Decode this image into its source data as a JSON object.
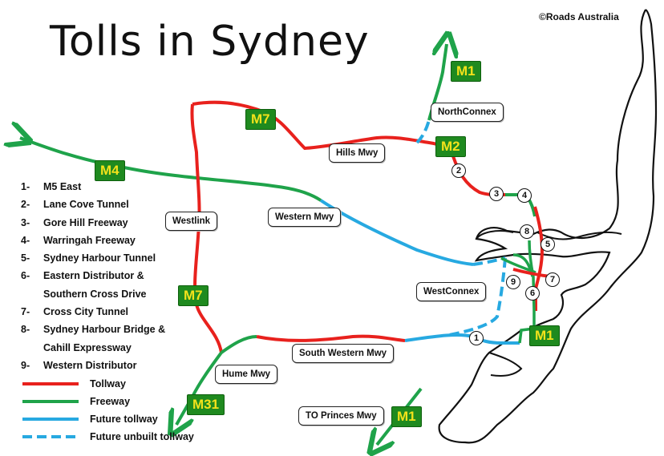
{
  "title": "Tolls in Sydney",
  "credit": "©Roads Australia",
  "colors": {
    "tollway": "#e8211d",
    "freeway": "#1fa34a",
    "future_tollway": "#27a9e1",
    "shield_bg": "#1f8a1f",
    "shield_text": "#f3e21b"
  },
  "road_labels": {
    "northconnex": "NorthConnex",
    "hills_mwy": "Hills Mwy",
    "western_mwy": "Western Mwy",
    "westlink": "Westlink",
    "westconnex": "WestConnex",
    "south_western_mwy": "South Western Mwy",
    "hume_mwy": "Hume Mwy",
    "to_princes_mwy": "TO Princes Mwy"
  },
  "shields": {
    "m1_north": "M1",
    "m7_top": "M7",
    "m2": "M2",
    "m4": "M4",
    "m7_west": "M7",
    "m1_east": "M1",
    "m31": "M31",
    "m1_south": "M1"
  },
  "nodes": [
    "1",
    "2",
    "3",
    "4",
    "5",
    "6",
    "7",
    "8",
    "9"
  ],
  "legend_items": [
    {
      "num": "1-",
      "label": "M5 East"
    },
    {
      "num": "2-",
      "label": "Lane Cove Tunnel"
    },
    {
      "num": "3-",
      "label": "Gore Hill Freeway"
    },
    {
      "num": "4-",
      "label": "Warringah Freeway"
    },
    {
      "num": "5-",
      "label": "Sydney Harbour Tunnel"
    },
    {
      "num": "6-",
      "label": "Eastern Distributor &"
    },
    {
      "num": "",
      "label": "Southern Cross Drive"
    },
    {
      "num": "7-",
      "label": "Cross City Tunnel"
    },
    {
      "num": "8-",
      "label": "Sydney Harbour Bridge &"
    },
    {
      "num": "",
      "label": "Cahill Expressway"
    },
    {
      "num": "9-",
      "label": "Western Distributor"
    }
  ],
  "line_legend": [
    {
      "label": "Tollway",
      "type": "tollway"
    },
    {
      "label": "Freeway",
      "type": "freeway"
    },
    {
      "label": "Future tollway",
      "type": "future_tollway"
    },
    {
      "label": "Future unbuilt tollway",
      "type": "future_unbuilt_tollway"
    }
  ]
}
